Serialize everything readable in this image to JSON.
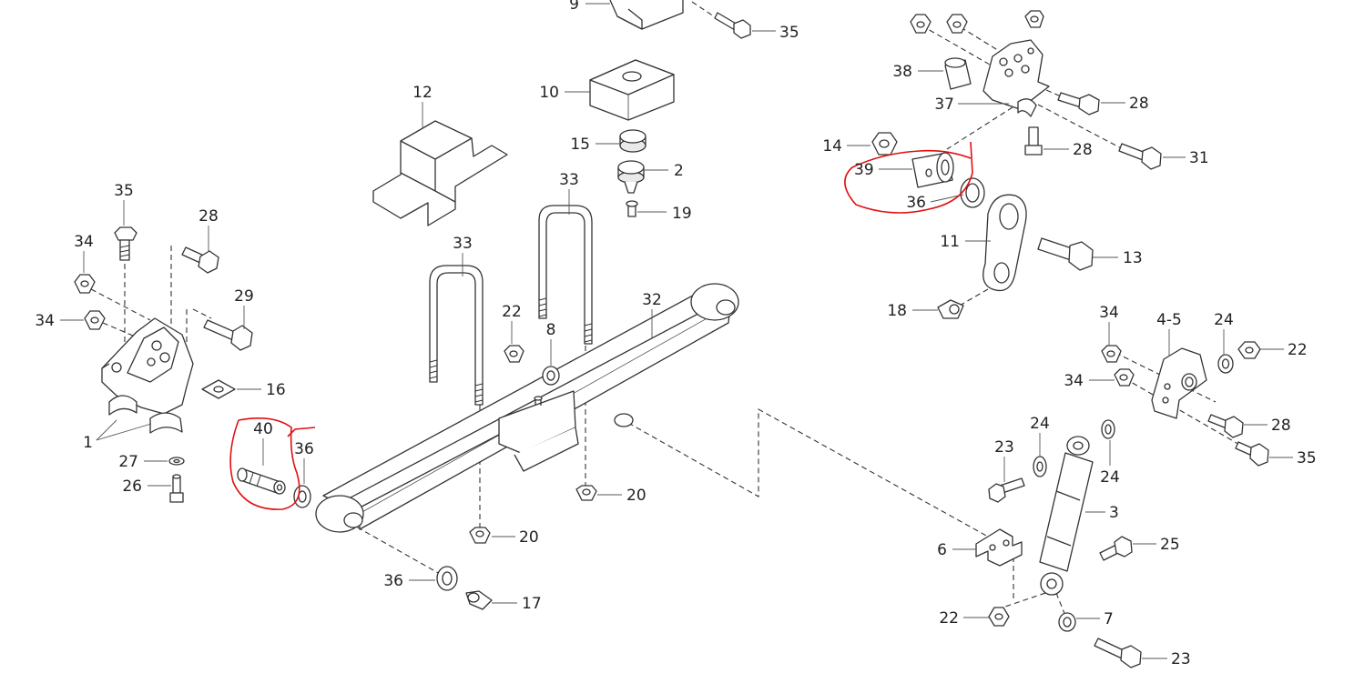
{
  "colors": {
    "line": "#333333",
    "annotation": "#e01010",
    "background": "#ffffff"
  },
  "parts": [
    {
      "id": "l9",
      "number": "9"
    },
    {
      "id": "l35a",
      "number": "35"
    },
    {
      "id": "l12",
      "number": "12"
    },
    {
      "id": "l10",
      "number": "10"
    },
    {
      "id": "l15",
      "number": "15"
    },
    {
      "id": "l2",
      "number": "2"
    },
    {
      "id": "l19",
      "number": "19"
    },
    {
      "id": "l33a",
      "number": "33"
    },
    {
      "id": "l33b",
      "number": "33"
    },
    {
      "id": "l32",
      "number": "32"
    },
    {
      "id": "l22a",
      "number": "22"
    },
    {
      "id": "l8",
      "number": "8"
    },
    {
      "id": "l35b",
      "number": "35"
    },
    {
      "id": "l28a",
      "number": "28"
    },
    {
      "id": "l34a",
      "number": "34"
    },
    {
      "id": "l29",
      "number": "29"
    },
    {
      "id": "l34b",
      "number": "34"
    },
    {
      "id": "l16",
      "number": "16"
    },
    {
      "id": "l1",
      "number": "1"
    },
    {
      "id": "l27",
      "number": "27"
    },
    {
      "id": "l26",
      "number": "26"
    },
    {
      "id": "l40",
      "number": "40"
    },
    {
      "id": "l36a",
      "number": "36"
    },
    {
      "id": "l20a",
      "number": "20"
    },
    {
      "id": "l20b",
      "number": "20"
    },
    {
      "id": "l36b",
      "number": "36"
    },
    {
      "id": "l17",
      "number": "17"
    },
    {
      "id": "l38",
      "number": "38"
    },
    {
      "id": "l37",
      "number": "37"
    },
    {
      "id": "l28b",
      "number": "28"
    },
    {
      "id": "l28c",
      "number": "28"
    },
    {
      "id": "l31",
      "number": "31"
    },
    {
      "id": "l14",
      "number": "14"
    },
    {
      "id": "l39",
      "number": "39"
    },
    {
      "id": "l36c",
      "number": "36"
    },
    {
      "id": "l11",
      "number": "11"
    },
    {
      "id": "l13",
      "number": "13"
    },
    {
      "id": "l18",
      "number": "18"
    },
    {
      "id": "l34c",
      "number": "34"
    },
    {
      "id": "l45",
      "number": "4-5"
    },
    {
      "id": "l24a",
      "number": "24"
    },
    {
      "id": "l22b",
      "number": "22"
    },
    {
      "id": "l34d",
      "number": "34"
    },
    {
      "id": "l28d",
      "number": "28"
    },
    {
      "id": "l35c",
      "number": "35"
    },
    {
      "id": "l23a",
      "number": "23"
    },
    {
      "id": "l24b",
      "number": "24"
    },
    {
      "id": "l24c",
      "number": "24"
    },
    {
      "id": "l3",
      "number": "3"
    },
    {
      "id": "l25",
      "number": "25"
    },
    {
      "id": "l6",
      "number": "6"
    },
    {
      "id": "l22c",
      "number": "22"
    },
    {
      "id": "l7",
      "number": "7"
    },
    {
      "id": "l23b",
      "number": "23"
    }
  ]
}
